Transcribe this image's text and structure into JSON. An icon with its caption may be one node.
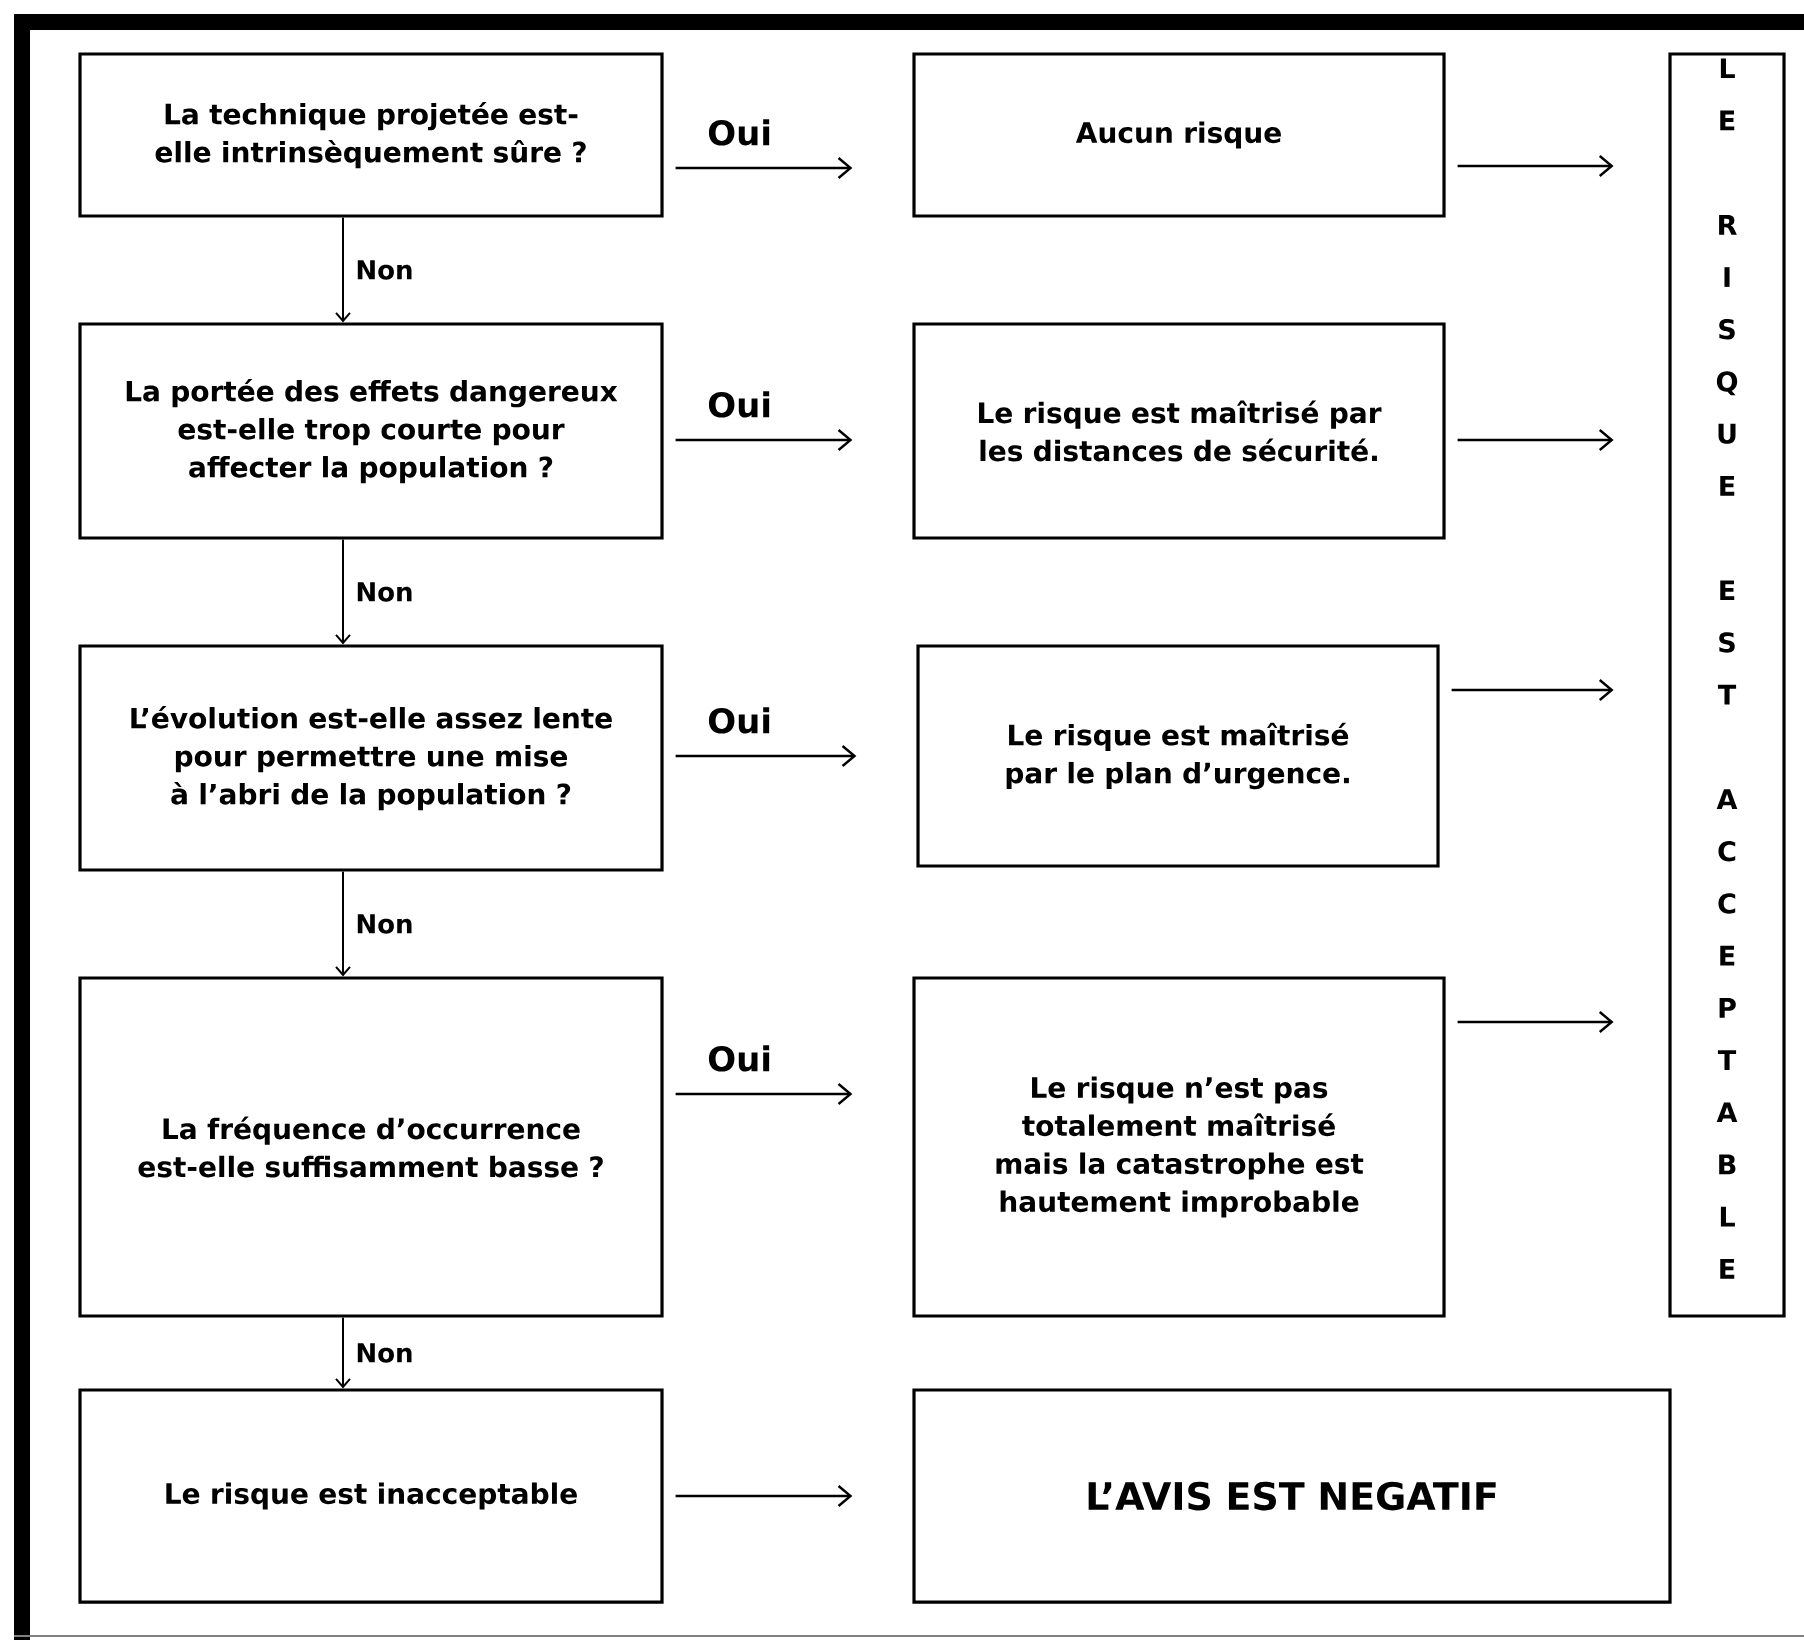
{
  "diagram": {
    "nodes": [
      {
        "text": [
          "La technique projetée est-elle intrinsèquement sûre ?"
        ]
      },
      {
        "text": [
          "Aucun risque"
        ]
      },
      {
        "text": [
          "La portée des effets dangereux est-elle trop courte pour affecter la population ?"
        ]
      },
      {
        "text": [
          "Le risque est maîtrisé par les distances de sécurité."
        ]
      },
      {
        "text": [
          "L’évolution est-elle assez lente pour permettre une mise à l’abri de la population ?"
        ]
      },
      {
        "text": [
          "Le risque est maîtrisé par le plan d’urgence."
        ]
      },
      {
        "text": [
          "La fréquence d’occurrence est-elle suffisamment basse ?"
        ]
      },
      {
        "text": [
          "Le risque n’est pas totalement maîtrisé mais la catastrophe est hautement improbable"
        ]
      },
      {
        "text": [
          "Le risque est inacceptable"
        ]
      },
      {
        "text": [
          "L’AVIS EST NEGATIF"
        ]
      },
      {
        "text": [
          "LE RISQUE EST ACCEPTABLE"
        ]
      }
    ],
    "edges": [
      {
        "from": 0,
        "to": 1,
        "arrow": "to",
        "label": "Oui"
      },
      {
        "from": 0,
        "to": 2,
        "arrow": "to",
        "label": "Non"
      },
      {
        "from": 2,
        "to": 3,
        "arrow": "to",
        "label": "Oui"
      },
      {
        "from": 2,
        "to": 4,
        "arrow": "to",
        "label": "Non"
      },
      {
        "from": 4,
        "to": 5,
        "arrow": "to",
        "label": "Oui"
      },
      {
        "from": 4,
        "to": 6,
        "arrow": "to",
        "label": "Non"
      },
      {
        "from": 6,
        "to": 7,
        "arrow": "to",
        "label": "Oui"
      },
      {
        "from": 6,
        "to": 8,
        "arrow": "to",
        "label": "Non"
      },
      {
        "from": 1,
        "to": 10,
        "arrow": "to"
      },
      {
        "from": 3,
        "to": 10,
        "arrow": "to"
      },
      {
        "from": 5,
        "to": 10,
        "arrow": "to"
      },
      {
        "from": 7,
        "to": 10,
        "arrow": "to"
      },
      {
        "from": 8,
        "to": 9,
        "arrow": "to"
      }
    ]
  }
}
